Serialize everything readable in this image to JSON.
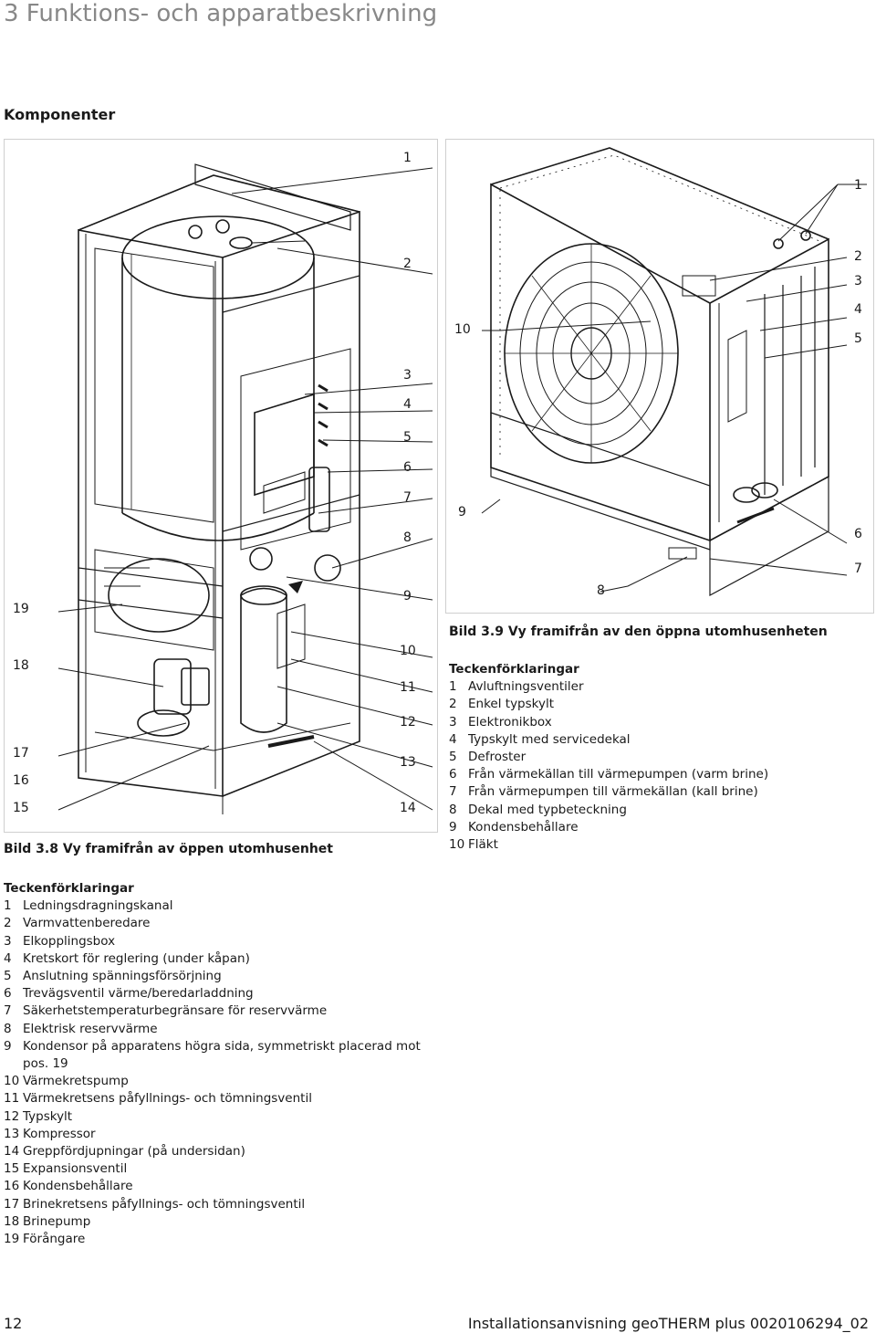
{
  "page": {
    "heading": "3 Funktions- och apparatbeskrivning",
    "section": "Komponenter",
    "page_number": "12",
    "doc_title": "Installationsanvisning geoTHERM plus 0020106294_02"
  },
  "fig1": {
    "caption": "Bild 3.8 Vy framifrån av öppen utomhusenhet",
    "callouts_right": [
      "1",
      "2",
      "3",
      "4",
      "5",
      "6",
      "7",
      "8",
      "9",
      "10",
      "11",
      "12",
      "13",
      "14"
    ],
    "callouts_left": [
      "19",
      "18",
      "17",
      "16",
      "15"
    ],
    "legend_title": "Teckenförklaringar",
    "legend": [
      {
        "n": "1",
        "t": "Ledningsdragningskanal"
      },
      {
        "n": "2",
        "t": "Varmvattenberedare"
      },
      {
        "n": "3",
        "t": "Elkopplingsbox"
      },
      {
        "n": "4",
        "t": "Kretskort för reglering (under kåpan)"
      },
      {
        "n": "5",
        "t": "Anslutning spänningsförsörjning"
      },
      {
        "n": "6",
        "t": "Trevägsventil värme/beredarladdning"
      },
      {
        "n": "7",
        "t": "Säkerhetstemperaturbegränsare för reservvärme"
      },
      {
        "n": "8",
        "t": "Elektrisk reservvärme"
      },
      {
        "n": "9",
        "t": "Kondensor på apparatens högra sida, symmetriskt placerad mot pos. 19"
      },
      {
        "n": "10",
        "t": "Värmekretspump"
      },
      {
        "n": "11",
        "t": "Värmekretsens påfyllnings- och tömningsventil"
      },
      {
        "n": "12",
        "t": "Typskylt"
      },
      {
        "n": "13",
        "t": "Kompressor"
      },
      {
        "n": "14",
        "t": "Greppfördjupningar (på undersidan)"
      },
      {
        "n": "15",
        "t": "Expansionsventil"
      },
      {
        "n": "16",
        "t": "Kondensbehållare"
      },
      {
        "n": "17",
        "t": "Brinekretsens påfyllnings- och tömningsventil"
      },
      {
        "n": "18",
        "t": "Brinepump"
      },
      {
        "n": "19",
        "t": "Förångare"
      }
    ]
  },
  "fig2": {
    "caption": "Bild 3.9 Vy framifrån av den öppna utomhusenheten",
    "callouts": {
      "c1": "1",
      "c2": "2",
      "c3": "3",
      "c4": "4",
      "c5": "5",
      "c6": "6",
      "c7": "7",
      "c8": "8",
      "c9": "9",
      "c10": "10"
    },
    "legend_title": "Teckenförklaringar",
    "legend": [
      {
        "n": "1",
        "t": "Avluftningsventiler"
      },
      {
        "n": "2",
        "t": "Enkel typskylt"
      },
      {
        "n": "3",
        "t": "Elektronikbox"
      },
      {
        "n": "4",
        "t": "Typskylt med servicedekal"
      },
      {
        "n": "5",
        "t": "Defroster"
      },
      {
        "n": "6",
        "t": "Från värmekällan till värmepumpen (varm brine)"
      },
      {
        "n": "7",
        "t": "Från värmepumpen till värmekällan (kall brine)"
      },
      {
        "n": "8",
        "t": "Dekal med typbeteckning"
      },
      {
        "n": "9",
        "t": "Kondensbehållare"
      },
      {
        "n": "10",
        "t": "Fläkt"
      }
    ]
  },
  "colors": {
    "text": "#1a1a1a",
    "heading": "#888888",
    "line": "#1a1a1a",
    "frame_border": "#cfcfcf"
  }
}
